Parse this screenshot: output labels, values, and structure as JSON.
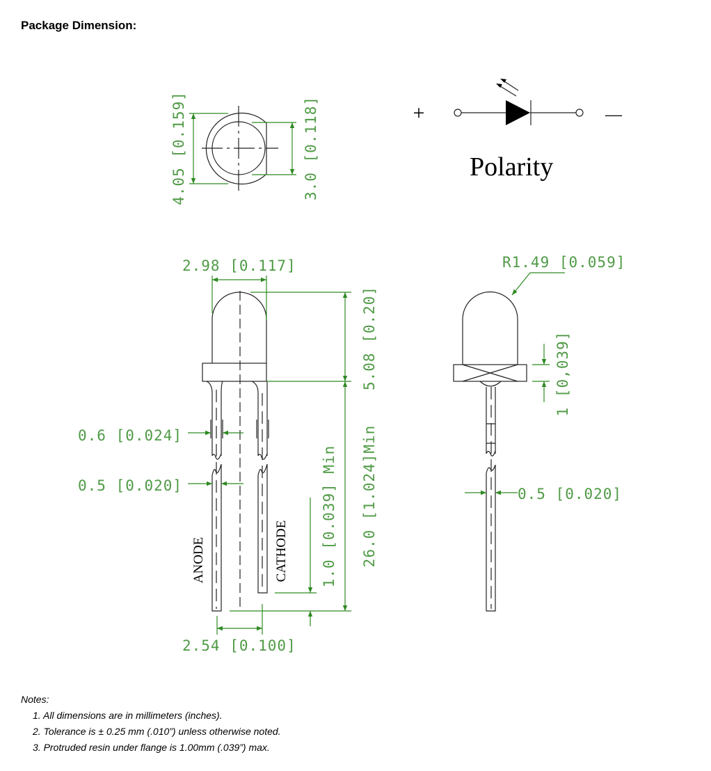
{
  "title": "Package Dimension:",
  "top_view": {
    "outer_diameter": "4.05 [0.159]",
    "flat_width": "3.0 [0.118]"
  },
  "polarity": {
    "plus": "+",
    "minus": "—",
    "label": "Polarity"
  },
  "front_view": {
    "lens_width": "2.98 [0.117]",
    "lens_height": "5.08 [0.20]",
    "lead_length": "26.0 [1.024]Min",
    "lead_offset": "1.0 [0.039] Min",
    "lead_width_upper": "0.6 [0.024]",
    "lead_width_lower": "0.5 [0.020]",
    "lead_spacing": "2.54 [0.100]",
    "anode_label": "ANODE",
    "cathode_label": "CATHODE"
  },
  "side_view": {
    "radius": "R1.49 [0.059]",
    "flange_thickness": "1 [0,039]",
    "lead_width": "0.5 [0.020]"
  },
  "notes": {
    "heading": "Notes:",
    "items": [
      "1. All dimensions are in millimeters (inches).",
      "2. Tolerance is ± 0.25 mm (.010”) unless otherwise noted.",
      "3. Protruded resin under flange is 1.00mm (.039”) max."
    ]
  }
}
